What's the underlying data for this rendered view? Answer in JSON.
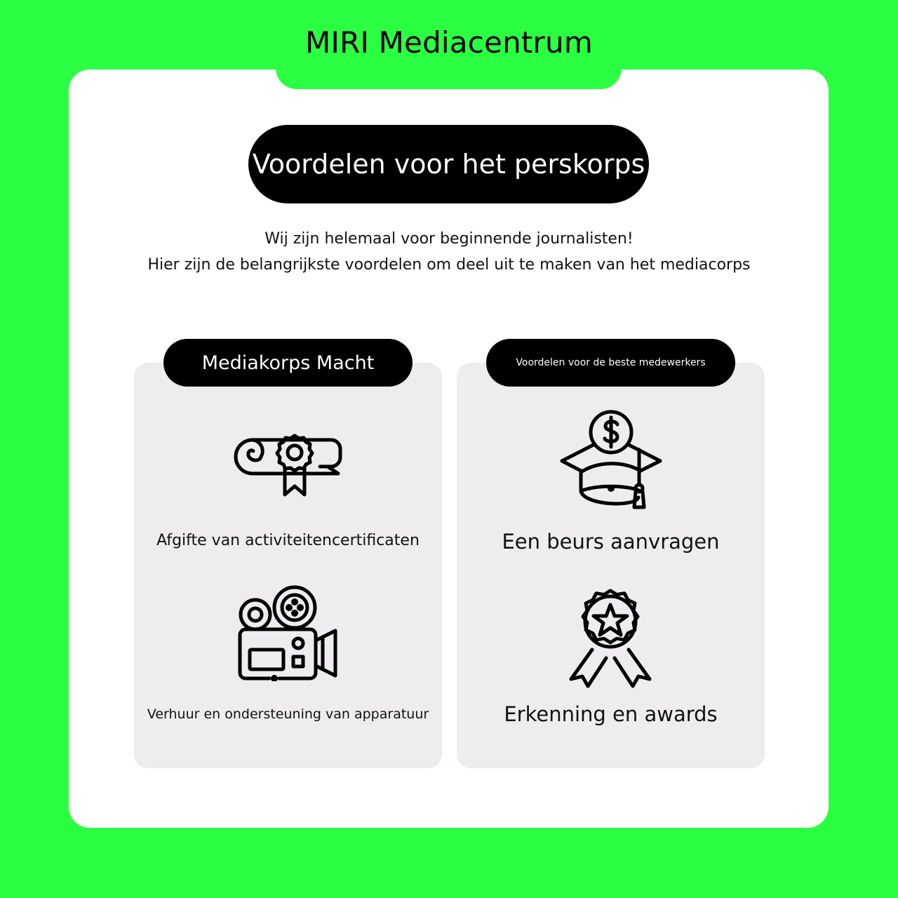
{
  "header": {
    "title": "MIRI Mediacentrum"
  },
  "hero": {
    "title": "Voordelen voor het perskorps"
  },
  "intro": {
    "line1": "Wij zijn helemaal voor beginnende journalisten!",
    "line2": "Hier zijn de belangrijkste voordelen om deel uit te maken van het mediacorps"
  },
  "panels": [
    {
      "title": "Mediakorps Macht",
      "items": [
        {
          "icon": "diploma-certificate-icon",
          "label": "Afgifte van activiteitencertificaten"
        },
        {
          "icon": "video-camera-icon",
          "label": "Verhuur en ondersteuning van apparatuur"
        }
      ]
    },
    {
      "title": "Voordelen voor de beste medewerkers",
      "items": [
        {
          "icon": "scholarship-graduation-cap-icon",
          "label": "Een beurs aanvragen"
        },
        {
          "icon": "award-medal-star-icon",
          "label": "Erkenning en awards"
        }
      ]
    }
  ],
  "colors": {
    "background_green": "#2bff42",
    "card_white": "#ffffff",
    "panel_gray": "#eeecef",
    "pill_black": "#000000"
  }
}
